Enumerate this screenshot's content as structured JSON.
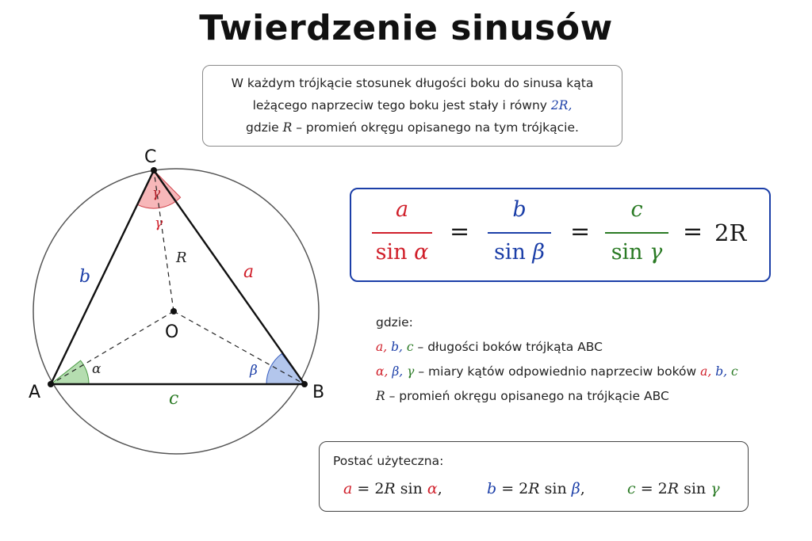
{
  "title": "Twierdzenie sinusów",
  "definition": {
    "line1": "W każdym trójkącie stosunek długości boku do sinusa kąta",
    "line2": "leżącego naprzeciw tego boku jest stały i równy",
    "line2_math": "2R,",
    "line3_pre": "gdzie",
    "line3_math": "R",
    "line3_post": "– promień okręgu opisanego na tym trójkącie."
  },
  "formula": {
    "num_a": "a",
    "den_a_fn": "sin ",
    "den_a_var": "α",
    "num_b": "b",
    "den_b_fn": "sin ",
    "den_b_var": "β",
    "num_c": "c",
    "den_c_fn": "sin ",
    "den_c_var": "γ",
    "eq": "=",
    "rhs": "2R"
  },
  "legend": {
    "intro": "gdzie:",
    "row1_vars": [
      "a,",
      "b,",
      "c"
    ],
    "row1_text": "– długości boków trójkąta ABC",
    "row2_vars": [
      "α,",
      "β,",
      "γ"
    ],
    "row2_text": "– miary kątów odpowiednio naprzeciw boków",
    "row2_tail": [
      "a,",
      "b,",
      "c"
    ],
    "row3_var": "R",
    "row3_text": "– promień okręgu opisanego na trójkącie ABC"
  },
  "useful": {
    "label": "Postać użyteczna:",
    "f1": {
      "lhs": "a",
      "mid": " = 2",
      "r": "R",
      "sin": " sin ",
      "ang": "α",
      "tail": ","
    },
    "f2": {
      "lhs": "b",
      "mid": " = 2",
      "r": "R",
      "sin": " sin ",
      "ang": "β",
      "tail": ","
    },
    "f3": {
      "lhs": "c",
      "mid": " = 2",
      "r": "R",
      "sin": " sin ",
      "ang": "γ",
      "tail": ""
    }
  },
  "diagram": {
    "points": {
      "A": "A",
      "B": "B",
      "C": "C",
      "O": "O"
    },
    "sides": {
      "a": "a",
      "b": "b",
      "c": "c"
    },
    "angles": {
      "alpha": "α",
      "beta": "β",
      "gamma": "γ",
      "gamma2": "γ"
    },
    "radius_label": "R"
  },
  "colors": {
    "red": "#d01f2a",
    "blue": "#1c3fa8",
    "green": "#2a7a24",
    "border_blue": "#1c3fa8"
  }
}
